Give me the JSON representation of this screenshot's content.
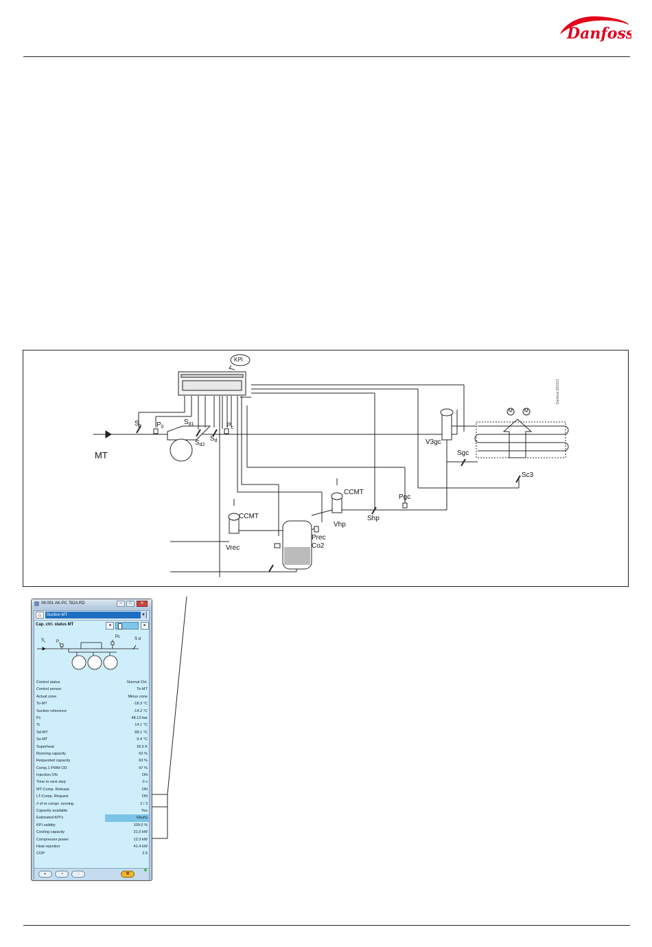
{
  "header": {
    "brand": "Danfoss",
    "colors": {
      "brand": "#e2001a"
    }
  },
  "diagram": {
    "labels": {
      "kpi": "KPI",
      "mt": "MT",
      "ss": "S",
      "ss_sub": "s",
      "po": "P",
      "po_sub": "0",
      "sd1": "S",
      "sd1_sub": "d1",
      "sd2": "S",
      "sd2_sub": "d2",
      "sd": "S",
      "sd_sub": "d",
      "pc": "P",
      "pc_sub": "c",
      "v3gc": "V3gc",
      "sgc": "Sgc",
      "sc3": "Sc3",
      "ccmt_top": "CCMT",
      "ccmt_left": "CCMT",
      "pgc": "Pgc",
      "shp": "Shp",
      "vhp": "Vhp",
      "prec": "Prec",
      "co2": "Co2",
      "vrec": "Vrec",
      "fan_motor": "M",
      "ref_code": "Danfoss 80Z621"
    }
  },
  "window": {
    "title": "06:001 AK-PC 782A RD",
    "min_label": "–",
    "max_label": "□",
    "close_label": "✕",
    "nav_selected": "Suction MT",
    "subtitle": "Cap. ctrl. status MT",
    "mini_labels": {
      "ss": "S",
      "ss_sub": "s",
      "po": "P",
      "po_sub": "0",
      "pc": "Pc",
      "sd": "S d"
    },
    "rows": [
      {
        "label": "Control status",
        "value": "Normal Ctrl."
      },
      {
        "label": "Control sensor",
        "value": "To-MT"
      },
      {
        "label": "Actual zone",
        "value": "Minus zone"
      },
      {
        "label": "To-MT",
        "value": "-18.3 °C"
      },
      {
        "label": "Suction reference",
        "value": "-14.2 °C"
      },
      {
        "label": "Pc",
        "value": "48.13 bar"
      },
      {
        "label": "Tc",
        "value": "14.1 °C"
      },
      {
        "label": "Sd-MT",
        "value": "68.1 °C"
      },
      {
        "label": "Ss-MT",
        "value": "0.4 °C"
      },
      {
        "label": "Superheat",
        "value": "18.6 K"
      },
      {
        "label": "Running capacity",
        "value": "63 %"
      },
      {
        "label": "Requested capacity",
        "value": "63 %"
      },
      {
        "label": "Comp.1 PWM OD",
        "value": "97 %"
      },
      {
        "label": "Injection ON",
        "value": "ON"
      },
      {
        "label": "Time to next step",
        "value": "0 s"
      },
      {
        "label": "MT-Comp. Release",
        "value": "ON"
      },
      {
        "label": "LT-Comp. Request",
        "value": "ON"
      },
      {
        "label": "# of m compr. running",
        "value": "2 / 3"
      },
      {
        "label": "Capacity available",
        "value": "Yes"
      },
      {
        "label": "Estimated KPI's",
        "value": "Hourly"
      },
      {
        "label": "KPI validity",
        "value": "100.0 %"
      },
      {
        "label": "Cooling capacity",
        "value": "31.0 kW"
      },
      {
        "label": "Compressor power",
        "value": "12.3 kW"
      },
      {
        "label": "Heat rejection",
        "value": "41.4 kW"
      },
      {
        "label": "COP",
        "value": "2.5"
      }
    ],
    "highlight_row": 19,
    "colors": {
      "panel": "#cfeefb",
      "select": "#1e6fc2",
      "highlight": "#7dc3e6"
    }
  }
}
